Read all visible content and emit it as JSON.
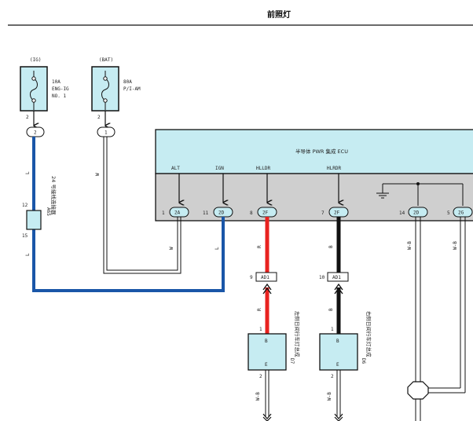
{
  "page": {
    "title": "前照灯"
  },
  "fuses": [
    {
      "source": "(IG)",
      "lines": [
        "10A",
        "ENG-IG",
        "NO. 1"
      ],
      "pin": "2",
      "connector": "2"
    },
    {
      "source": "(BAT)",
      "lines": [
        "80A",
        "P/I-AM"
      ],
      "pin": "2",
      "connector": "1"
    }
  ],
  "ecu": {
    "name": "半导体 PWR 集成 ECU",
    "terminals": [
      {
        "label": "ALT",
        "pin": "1",
        "conn": "2A"
      },
      {
        "label": "IGN",
        "pin": "11",
        "conn": "2D"
      },
      {
        "label": "HLLDR",
        "pin": "8",
        "conn": "2F"
      },
      {
        "label": "HLRDR",
        "pin": "7",
        "conn": "2F"
      },
      {
        "label": "",
        "pin": "14",
        "conn": "2D"
      },
      {
        "label": "",
        "pin": "5",
        "conn": "2G"
      }
    ]
  },
  "junction": {
    "pin_top": "12",
    "pin_bottom": "15",
    "id": "A65",
    "name": "24 号接线连接器"
  },
  "wires": {
    "ig_color": "L",
    "bat_color": "W",
    "alt_color": "W",
    "ign_color": "L",
    "left_color": "R",
    "right_color": "B",
    "ground_left": "W-B",
    "ground_right": "W-B",
    "out_left": "W-B",
    "out_right": "W-B"
  },
  "inline_connectors": [
    {
      "pin": "9",
      "conn": "AD1"
    },
    {
      "pin": "10",
      "conn": "AD1"
    }
  ],
  "lamps": [
    {
      "pin_in": "1",
      "pin_out": "2",
      "t_in": "B",
      "t_out": "E",
      "id": "D7",
      "name": "左侧日间行车灯总成"
    },
    {
      "pin_in": "1",
      "pin_out": "2",
      "t_in": "B",
      "t_out": "E",
      "id": "D6",
      "name": "右侧日间行车灯总成"
    }
  ],
  "colors": {
    "component_fill": "#c6ecf2",
    "ecu_lower_fill": "#cfcfcf",
    "wire_blue": "#1a56a8",
    "wire_red": "#e8221f",
    "wire_black": "#111111"
  }
}
